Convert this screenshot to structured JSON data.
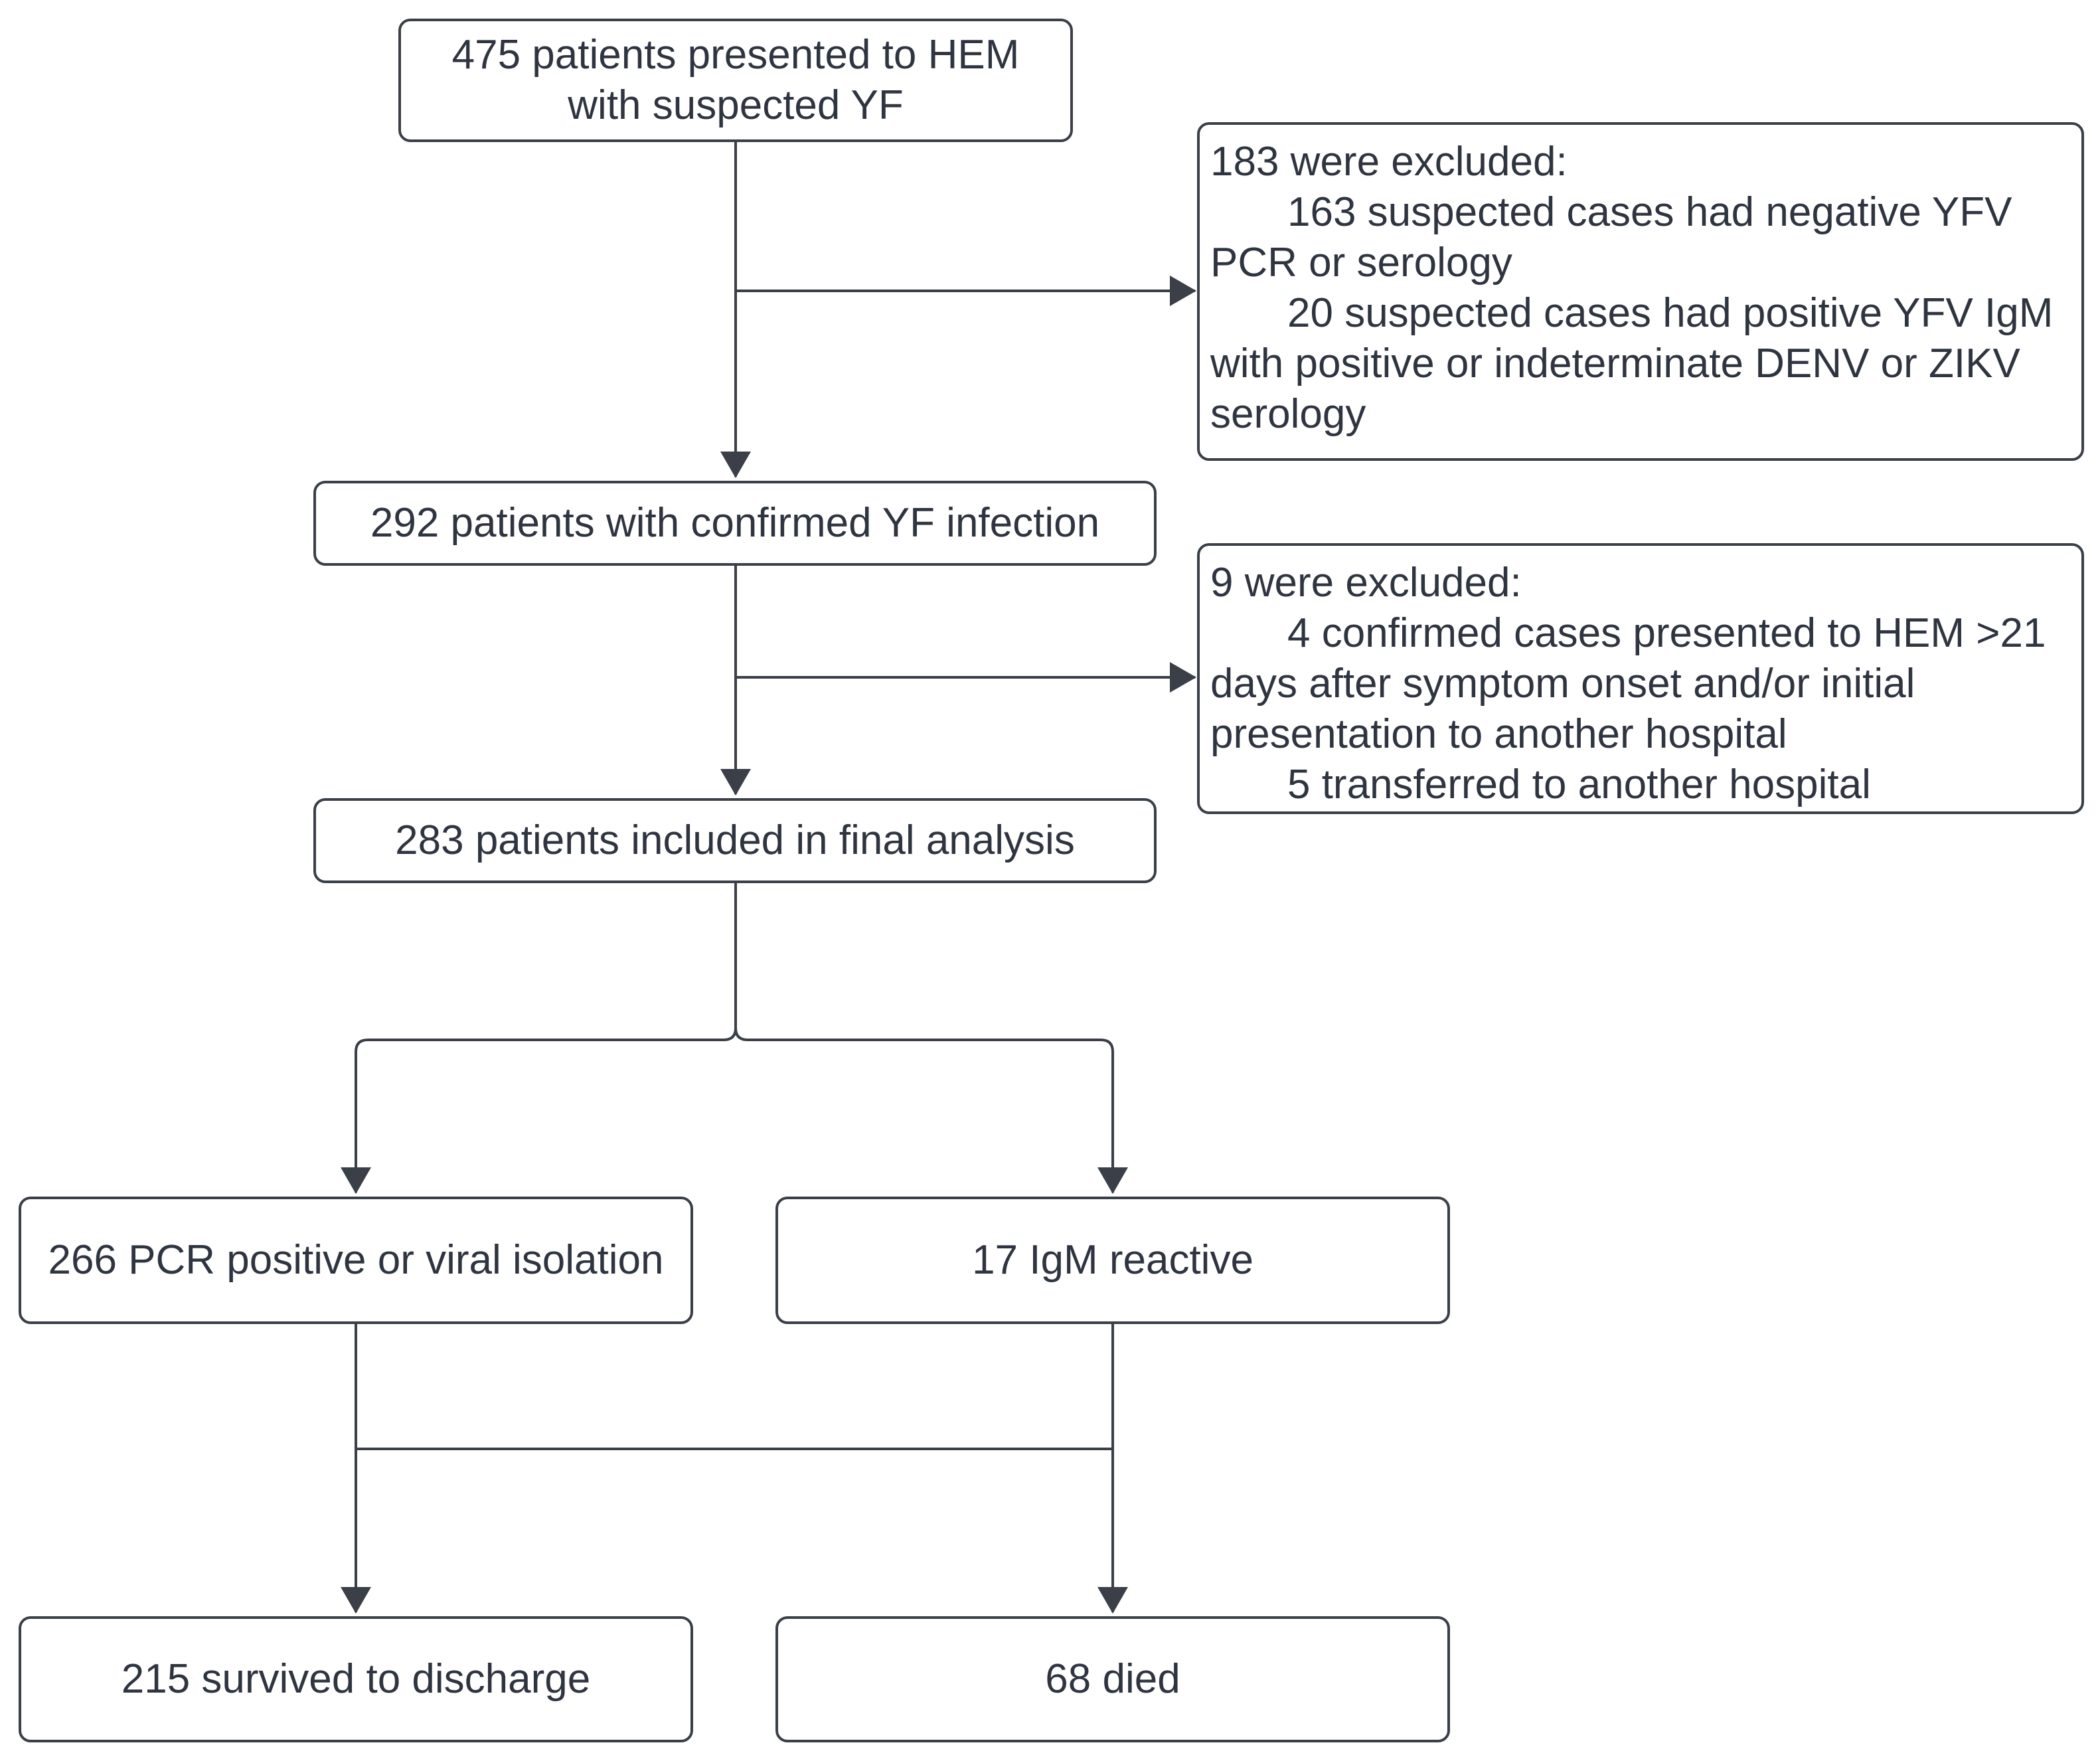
{
  "flowchart": {
    "screened": {
      "line1": "475 patients presented to HEM",
      "line2": "with suspected YF"
    },
    "exclusion1": {
      "heading": "183 were excluded:",
      "lines": [
        "163 suspected cases had negative YFV",
        "PCR or serology",
        "20 suspected cases had positive YFV IgM",
        "with positive or indeterminate DENV or ZIKV",
        "serology"
      ]
    },
    "confirmed": {
      "label": "292 patients with confirmed YF infection"
    },
    "exclusion2": {
      "heading": "9 were excluded:",
      "lines": [
        "4 confirmed cases presented to HEM >21",
        "days after symptom onset and/or initial",
        "presentation to another hospital",
        "5 transferred to another hospital"
      ]
    },
    "included": {
      "label": "283 patients included in final analysis"
    },
    "pcr": {
      "label": "266 PCR positive or viral isolation"
    },
    "igm": {
      "label": "17 IgM reactive"
    },
    "survived": {
      "label": "215 survived to discharge"
    },
    "died": {
      "label": "68 died"
    }
  },
  "colors": {
    "line": "#3a3f48",
    "text": "#2f3540",
    "background": "#ffffff"
  }
}
